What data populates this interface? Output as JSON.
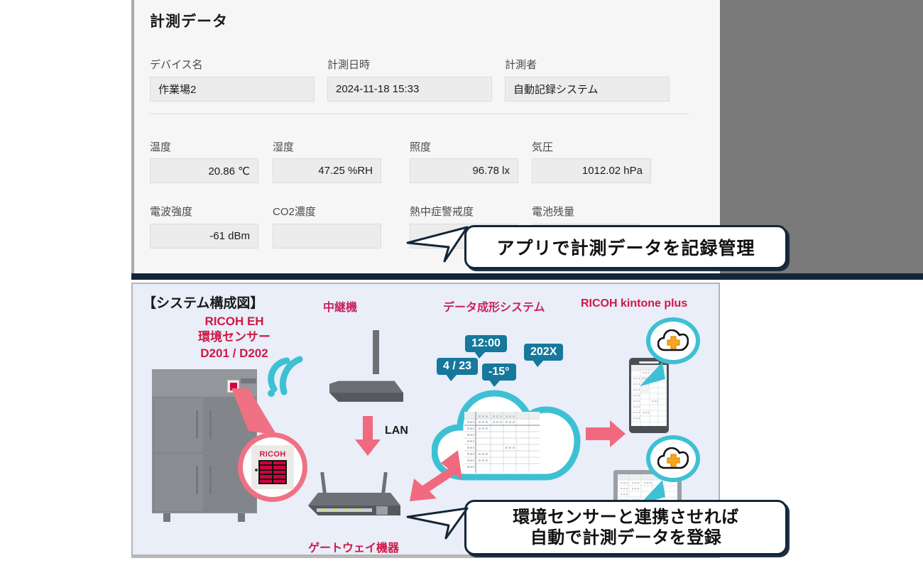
{
  "form": {
    "title": "計測データ",
    "header_fields": [
      {
        "label": "デバイス名",
        "value": "作業場2"
      },
      {
        "label": "計測日時",
        "value": "2024-11-18 15:33"
      },
      {
        "label": "計測者",
        "value": "自動記録システム"
      }
    ],
    "measure_row1": [
      {
        "label": "温度",
        "value": "20.86 ℃"
      },
      {
        "label": "湿度",
        "value": "47.25 %RH"
      },
      {
        "label": "照度",
        "value": "96.78 lx"
      },
      {
        "label": "気圧",
        "value": "1012.02 hPa"
      }
    ],
    "measure_row2": [
      {
        "label": "電波強度",
        "value": "-61 dBm"
      },
      {
        "label": "CO2濃度",
        "value": ""
      },
      {
        "label": "熱中症警戒度",
        "value": ""
      },
      {
        "label": "電池残量",
        "value": ""
      }
    ]
  },
  "callouts": {
    "top": "アプリで計測データを記録管理",
    "bottom_line1": "環境センサーと連携させれば",
    "bottom_line2": "自動で計測データを登録"
  },
  "diagram": {
    "title": "【システム構成図】",
    "sensor_label_line1": "RICOH EH",
    "sensor_label_line2": "環境センサー",
    "sensor_label_line3": "D201 / D202",
    "relay_label": "中継機",
    "dataformat_label": "データ成形システム",
    "kintone_label": "RICOH kintone plus",
    "gateway_label": "ゲートウェイ機器",
    "lan_label": "LAN",
    "sensor_brand": "RICOH",
    "data_bubbles": [
      {
        "text": "4 / 23"
      },
      {
        "text": "12:00"
      },
      {
        "text": "-15°"
      },
      {
        "text": "202X"
      }
    ]
  },
  "colors": {
    "magenta": "#c8235d",
    "crimson": "#cf1846",
    "teal": "#3ec0d4",
    "bubble_blue": "#16789c",
    "pink_arrow": "#f0697e",
    "navy": "#132638",
    "panel_bg": "#e9eef9"
  }
}
